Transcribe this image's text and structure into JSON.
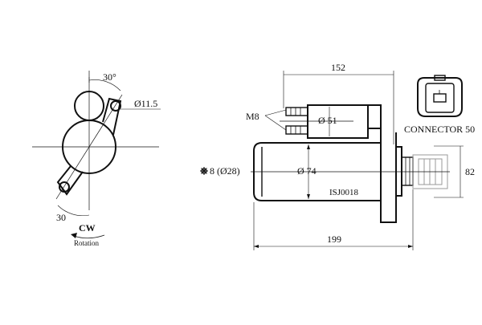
{
  "front_view": {
    "angle_top": "30°",
    "angle_bottom": "30",
    "hole_diameter": "Ø11.5",
    "rotation_direction": "CW",
    "rotation_caption": "Rotation"
  },
  "side_view": {
    "overall_length_top": "152",
    "overall_length_bottom": "199",
    "solenoid_diameter": "Ø 51",
    "motor_diameter": "Ø 74",
    "terminal_thread": "M8",
    "pinion_height": "82",
    "teeth_label": "8 (Ø28)",
    "part_number": "ISJ0018"
  },
  "connector": {
    "label": "CONNECTOR 50"
  },
  "icons": {
    "gear": "gear-icon",
    "rotation_arrow": "rotation-arrow-icon"
  }
}
